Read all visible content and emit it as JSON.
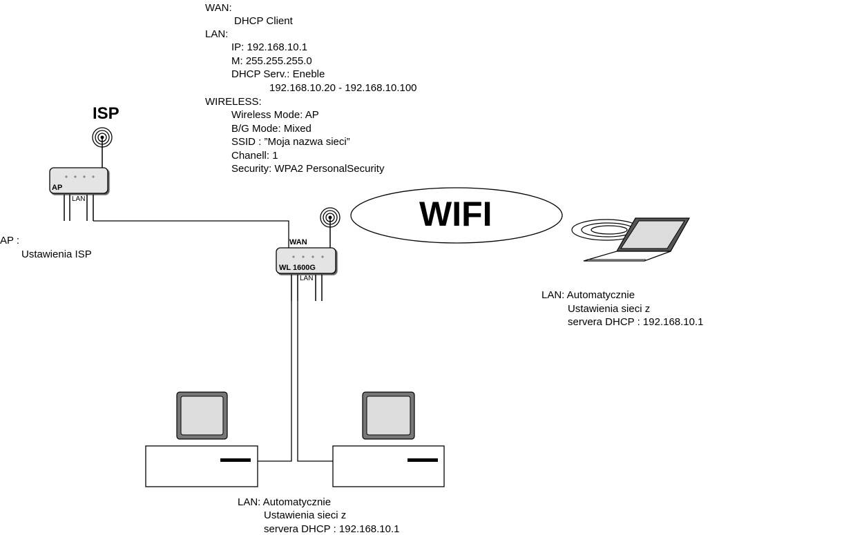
{
  "config": {
    "wan_heading": "WAN:",
    "wan_mode": "DHCP Client",
    "lan_heading": "LAN:",
    "lan_ip": "IP: 192.168.10.1",
    "lan_mask": "M: 255.255.255.0",
    "lan_dhcp": "DHCP Serv.: Eneble",
    "lan_range": "192.168.10.20 - 192.168.10.100",
    "wireless_heading": "WIRELESS:",
    "wireless_mode": "Wireless Mode: AP",
    "wireless_bg": "B/G Mode: Mixed",
    "wireless_ssid": "SSID : ”Moja nazwa sieci”",
    "wireless_channel": "Chanell: 1",
    "wireless_security": "Security: WPA2 PersonalSecurity"
  },
  "isp": {
    "title": "ISP",
    "ap_label": "AP",
    "lan_port_label": "LAN",
    "note_heading": "AP :",
    "note_body": "Ustawienia ISP"
  },
  "router": {
    "wan_label": "WAN",
    "model": "WL 1600G",
    "lan_port_label": "LAN"
  },
  "wifi": {
    "label": "WIFI"
  },
  "laptop_note": {
    "line1": "LAN: Automatycznie",
    "line2": "Ustawienia sieci z",
    "line3": "servera DHCP : 192.168.10.1"
  },
  "pc_note": {
    "line1": "LAN: Automatycznie",
    "line2": "Ustawienia sieci z",
    "line3": "servera DHCP : 192.168.10.1"
  },
  "colors": {
    "line": "#000000",
    "device_fill": "#e4e4e4",
    "screen_fill": "#dcdcdc",
    "shadow": "#555555"
  }
}
